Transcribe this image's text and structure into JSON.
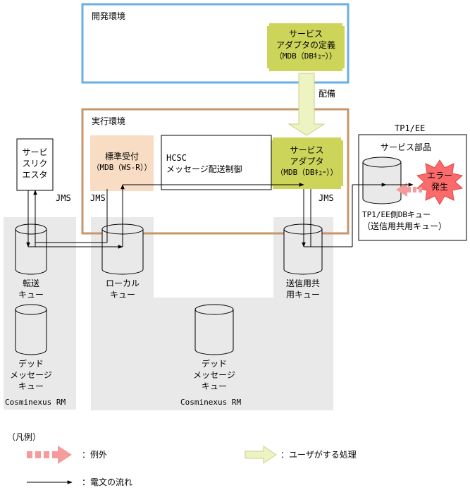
{
  "colors": {
    "dev_border": "#6aaee6",
    "exec_border": "#c8966a",
    "region_fill": "#e9e9e9",
    "adapter_fill": "#cdd45a",
    "receiver_fill": "#f8ddc4",
    "deploy_arrow": "#eef3c2",
    "exception_arrow": "#f59b9b",
    "error_star": "#fb6b6b"
  },
  "dev_env": {
    "title": "開発環境",
    "adapter": {
      "line1": "サービス",
      "line2": "アダプタの定義",
      "line3": "（MDB（DBｷｭｰ））"
    }
  },
  "deploy_label": "配備",
  "exec_env": {
    "title": "実行環境",
    "receiver": {
      "line1": "標準受付",
      "line2": "（MDB（WS-R））"
    },
    "hcsc": {
      "line1": "HCSC",
      "line2": "メッセージ配送制御"
    },
    "adapter": {
      "line1": "サービス",
      "line2": "アダプタ",
      "line3": "（MDB（DBｷｭｰ））"
    }
  },
  "requester": {
    "line1": "サービ",
    "line2": "スリク",
    "line3": "エスタ"
  },
  "jms_labels": [
    "JMS",
    "JMS",
    "JMS"
  ],
  "tp1": {
    "title": "TP1/EE",
    "component": "サービス部品",
    "error": {
      "line1": "エラー",
      "line2": "発生"
    },
    "queue": {
      "line1": "TP1/EE側DBキュー",
      "line2": "（送信用共用キュー）"
    }
  },
  "queues": {
    "transfer": {
      "line1": "転送",
      "line2": "キュー"
    },
    "local": {
      "line1": "ローカル",
      "line2": "キュー"
    },
    "send_shared": {
      "line1": "送信用共",
      "line2": "用キュー"
    },
    "dead_left": {
      "line1": "デッド",
      "line2": "メッセージ",
      "line3": "キュー"
    },
    "dead_right": {
      "line1": "デッド",
      "line2": "メッセージ",
      "line3": "キュー"
    }
  },
  "rm_labels": {
    "left": "Cosminexus RM",
    "right": "Cosminexus RM"
  },
  "legend": {
    "title": "（凡例）",
    "exception": "：例外",
    "user_process": "：ユーザがする処理",
    "message_flow": "：電文の流れ"
  }
}
